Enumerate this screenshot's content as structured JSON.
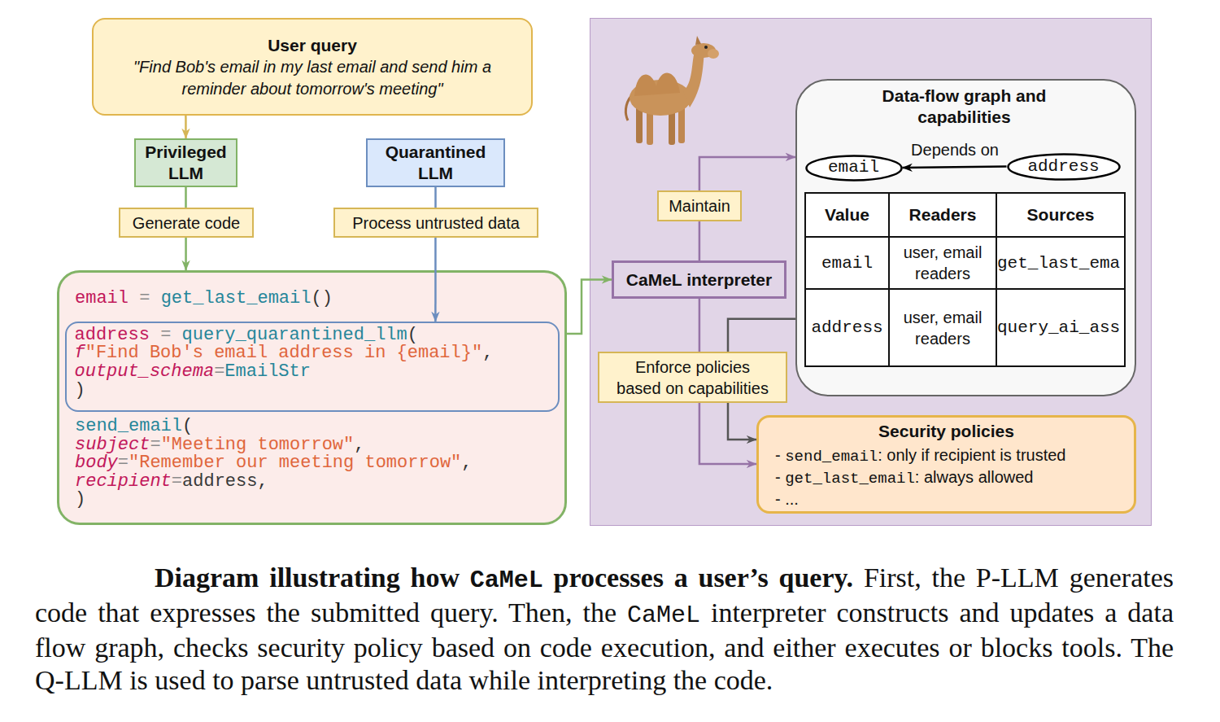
{
  "diagram": {
    "caption": "Diagram illustrating how CaMeL processes a user’s query. First, the P-LLM generates code that expresses the submitted query. Then, the CaMeL interpreter constructs and updates a data flow graph, checks security policy based on code execution, and either executes or blocks tools. The Q-LLM is used to parse untrusted data while interpreting the code.",
    "nodes": [
      {
        "text": [
          "User query",
          "\"Find Bob's email in my last email and send him a reminder about tomorrow's meeting\""
        ]
      },
      {
        "text": [
          "Privileged LLM"
        ]
      },
      {
        "text": [
          "Quarantined LLM"
        ]
      },
      {
        "text": [
          "email = get_last_email()",
          "send_email(",
          "subject=\"Meeting tomorrow\",",
          "body=\"Remember our meeting tomorrow\",",
          "recipient=address,",
          ")"
        ]
      },
      {
        "text": [
          "address = query_quarantined_llm(",
          "f\"Find Bob's email address in {email}\",",
          "output_schema=EmailStr",
          ")"
        ],
        "in": 3
      },
      {
        "text": [
          "CaMeL interpreter"
        ]
      },
      {
        "text": [
          "Data-flow graph and capabilities"
        ]
      },
      {
        "text": [
          "email"
        ],
        "in": 6
      },
      {
        "text": [
          "address"
        ],
        "in": 6
      },
      {
        "text": [
          "Security policies",
          "- send_email: only if recipient is trusted",
          "- get_last_email: always allowed",
          "- ..."
        ]
      }
    ],
    "edges": [
      {
        "from": 0,
        "to": 1,
        "arrow": "to"
      },
      {
        "from": 1,
        "to": 3,
        "label": "Generate code",
        "arrow": "to"
      },
      {
        "from": 2,
        "to": 4,
        "label": "Process untrusted data",
        "arrow": "to"
      },
      {
        "from": 3,
        "to": 5,
        "arrow": "to"
      },
      {
        "from": 5,
        "to": 6,
        "label": "Maintain",
        "arrow": "to"
      },
      {
        "from": 5,
        "to": 9,
        "label": "Enforce policies based on capabilities",
        "arrow": "to"
      },
      {
        "from": 8,
        "to": 7,
        "label": "Depends on",
        "arrow": "to"
      },
      {
        "from": 6,
        "to": 9,
        "arrow": "to"
      }
    ],
    "labels": [
      "Value",
      "Readers",
      "Sources",
      "email",
      "user, email readers",
      "get_last_ema",
      "address",
      "user, email readers",
      "query_ai_ass"
    ]
  }
}
